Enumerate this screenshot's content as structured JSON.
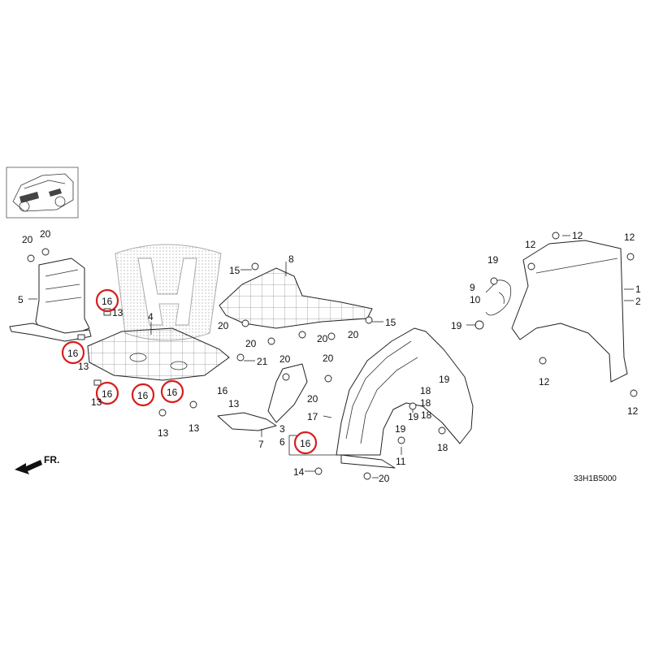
{
  "diagram": {
    "code": "33H1B5000",
    "direction_label": "FR.",
    "highlight_color": "#d81e1e",
    "labels": {
      "p1": "1",
      "p2": "2",
      "p3": "3",
      "p4": "4",
      "p5": "5",
      "p6": "6",
      "p7": "7",
      "p8": "8",
      "p9": "9",
      "p10": "10",
      "p11": "11",
      "p12": "12",
      "p13": "13",
      "p14": "14",
      "p15": "15",
      "p16": "16",
      "p17": "17",
      "p18": "18",
      "p19": "19",
      "p20": "20",
      "p21": "21"
    }
  }
}
